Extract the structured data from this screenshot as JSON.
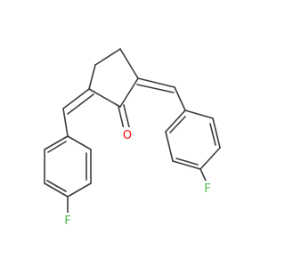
{
  "molecule": {
    "atoms": {
      "oxygen": {
        "symbol": "O",
        "color": "#ff0d0d"
      },
      "fluorine_left": {
        "symbol": "F",
        "color": "#4fb850"
      },
      "fluorine_right": {
        "symbol": "F",
        "color": "#4fb850"
      }
    },
    "bond_color": "#3c3c3c"
  }
}
